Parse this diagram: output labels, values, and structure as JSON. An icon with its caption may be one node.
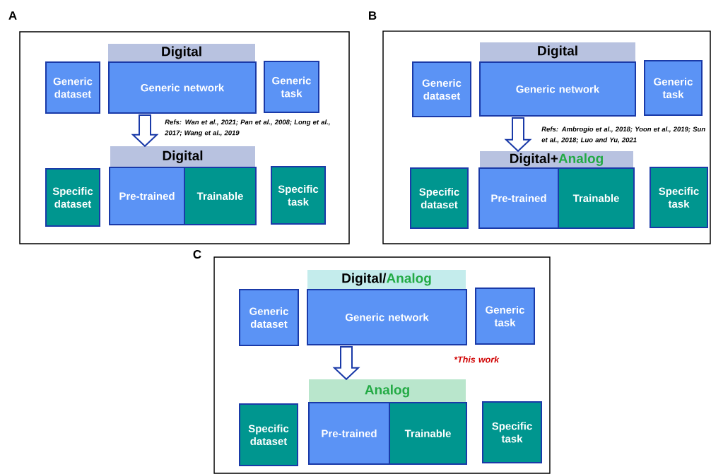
{
  "diagram": {
    "nodes": [
      {
        "text": [
          "A"
        ]
      },
      {
        "text": [
          "Digital"
        ],
        "in": 0
      },
      {
        "text": [
          "Generic dataset"
        ],
        "in": 0
      },
      {
        "text": [
          "Generic network"
        ],
        "in": 0
      },
      {
        "text": [
          "Generic task"
        ],
        "in": 0
      },
      {
        "text": [
          "Digital"
        ],
        "in": 0
      },
      {
        "text": [
          "Specific dataset"
        ],
        "in": 0
      },
      {
        "text": [
          "Pre-trained"
        ],
        "in": 0
      },
      {
        "text": [
          "Trainable"
        ],
        "in": 0
      },
      {
        "text": [
          "Specific task"
        ],
        "in": 0
      },
      {
        "text": [
          "B"
        ]
      },
      {
        "text": [
          "Digital"
        ],
        "in": 10
      },
      {
        "text": [
          "Generic dataset"
        ],
        "in": 10
      },
      {
        "text": [
          "Generic network"
        ],
        "in": 10
      },
      {
        "text": [
          "Generic task"
        ],
        "in": 10
      },
      {
        "text": [
          "Digital+",
          "Analog"
        ],
        "in": 10
      },
      {
        "text": [
          "Specific dataset"
        ],
        "in": 10
      },
      {
        "text": [
          "Pre-trained"
        ],
        "in": 10
      },
      {
        "text": [
          "Trainable"
        ],
        "in": 10
      },
      {
        "text": [
          "Specific task"
        ],
        "in": 10
      },
      {
        "text": [
          "C"
        ]
      },
      {
        "text": [
          "Digital/",
          "Analog"
        ],
        "in": 20
      },
      {
        "text": [
          "Generic dataset"
        ],
        "in": 20
      },
      {
        "text": [
          "Generic network"
        ],
        "in": 20
      },
      {
        "text": [
          "Generic task"
        ],
        "in": 20
      },
      {
        "text": [
          "Analog"
        ],
        "in": 20
      },
      {
        "text": [
          "Specific dataset"
        ],
        "in": 20
      },
      {
        "text": [
          "Pre-trained"
        ],
        "in": 20
      },
      {
        "text": [
          "Trainable"
        ],
        "in": 20
      },
      {
        "text": [
          "Specific task"
        ],
        "in": 20
      }
    ],
    "edges": [
      {
        "from": 3,
        "to": 5,
        "arrow": "to",
        "style": "thick"
      },
      {
        "from": 13,
        "to": 15,
        "arrow": "to",
        "style": "thick"
      },
      {
        "from": 23,
        "to": 25,
        "arrow": "to",
        "style": "thick"
      }
    ],
    "labels": [
      "Refs: Wan et al., 2021; Pan et al., 2008; Long et al., 2017; Wang et al., 2019",
      "Refs: Ambrogio et al., 2018; Yoon et al., 2019; Sun et al., 2018; Luo and Yu, 2021",
      "*This work"
    ]
  }
}
